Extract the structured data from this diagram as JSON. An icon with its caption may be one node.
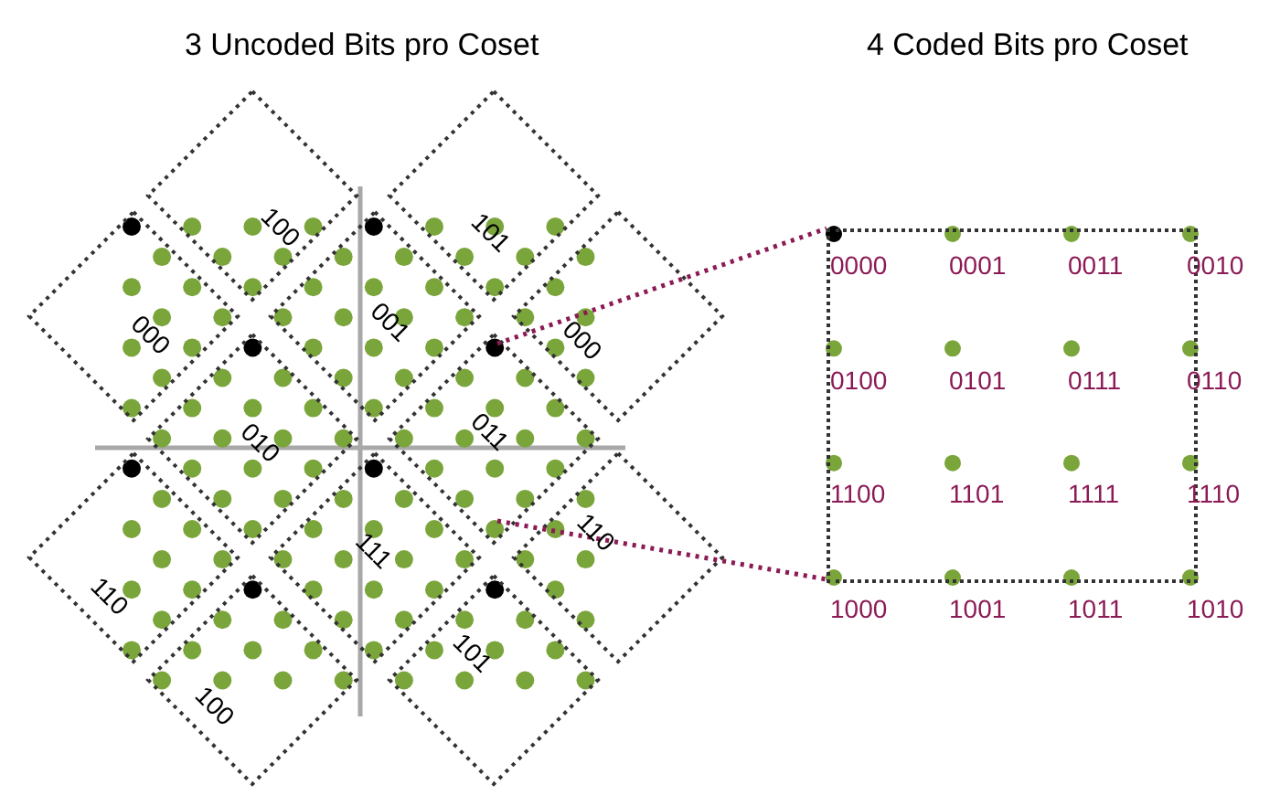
{
  "diagram": {
    "nodes": [
      {
        "text": [
          "100"
        ]
      },
      {
        "text": [
          "101"
        ]
      },
      {
        "text": [
          "001"
        ]
      },
      {
        "text": [
          "000"
        ]
      },
      {
        "text": [
          "000"
        ]
      },
      {
        "text": [
          "010"
        ]
      },
      {
        "text": [
          "011"
        ]
      },
      {
        "text": [
          "110"
        ]
      },
      {
        "text": [
          "111"
        ]
      },
      {
        "text": [
          "110"
        ]
      },
      {
        "text": [
          "101"
        ]
      },
      {
        "text": [
          "100"
        ]
      },
      {
        "text": [
          "0000",
          "0001",
          "0011",
          "0010",
          "0100",
          "0101",
          "0111",
          "0110",
          "1100",
          "1101",
          "1111",
          "1110",
          "1000",
          "1001",
          "1011",
          "1010"
        ]
      }
    ],
    "edges": [
      {
        "from": 6,
        "to": 12,
        "arrow": "none",
        "style": "dashed",
        "color": "#8b1a55"
      },
      {
        "from": 6,
        "to": 12,
        "arrow": "none",
        "style": "dashed",
        "color": "#8b1a55"
      }
    ],
    "labels": [
      "3 Uncoded Bits pro Coset",
      "4 Coded Bits pro Coset"
    ]
  }
}
